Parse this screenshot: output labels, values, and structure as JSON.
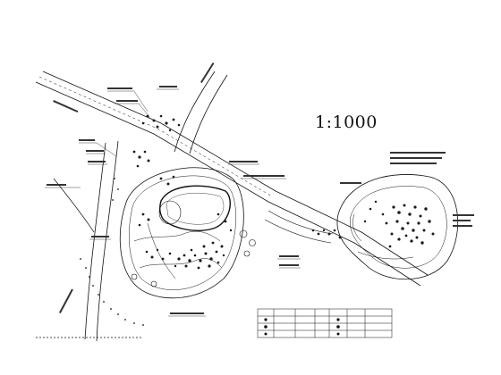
{
  "drawing": {
    "scale_label": "1:1000",
    "legend_title": "",
    "watermark": ""
  },
  "colors": {
    "background": "#ffffff",
    "line": "#111111",
    "vegetation": "#1a1a1a"
  },
  "icons": [
    "tree-symbol",
    "shrub-symbol",
    "leader-line",
    "road-edge",
    "path-curve"
  ]
}
